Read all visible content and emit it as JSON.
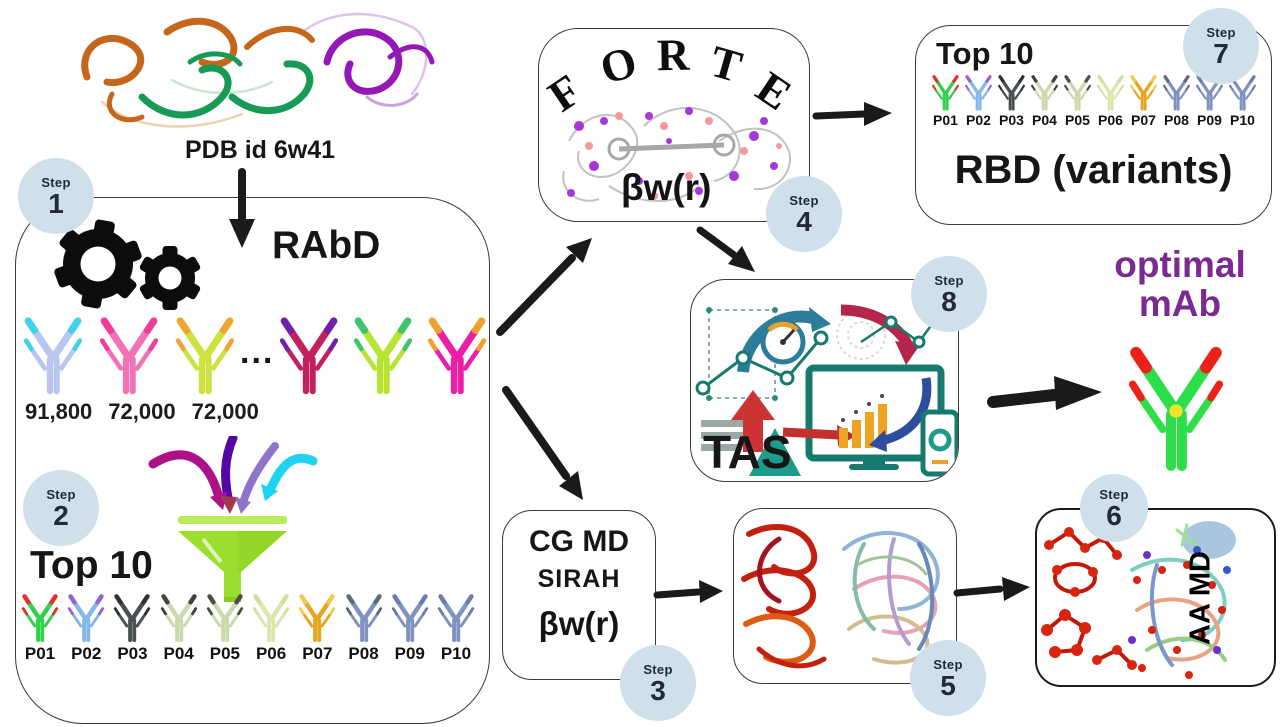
{
  "pdb": {
    "label": "PDB id 6w41"
  },
  "steps": [
    {
      "word": "Step",
      "num": "1"
    },
    {
      "word": "Step",
      "num": "2"
    },
    {
      "word": "Step",
      "num": "3"
    },
    {
      "word": "Step",
      "num": "4"
    },
    {
      "word": "Step",
      "num": "5"
    },
    {
      "word": "Step",
      "num": "6"
    },
    {
      "word": "Step",
      "num": "7"
    },
    {
      "word": "Step",
      "num": "8"
    }
  ],
  "rabd": {
    "title": "RAbD",
    "ellipsis": "...",
    "counts": [
      "91,800",
      "72,000",
      "72,000"
    ],
    "top10_label": "Top 10",
    "generation": [
      {
        "body": "#b9c6f0",
        "tip": "#3fd2ea"
      },
      {
        "body": "#f272b6",
        "tip": "#ef3d9a"
      },
      {
        "body": "#cde23f",
        "tip": "#f0a52e"
      },
      {
        "body": "#c2205f",
        "tip": "#7021a8"
      },
      {
        "body": "#b7e433",
        "tip": "#3ec46a"
      },
      {
        "body": "#ea1fa6",
        "tip": "#f0a02c"
      }
    ],
    "candidates": [
      {
        "label": "P01",
        "body": "#2fd04a",
        "tip": "#e03226"
      },
      {
        "label": "P02",
        "body": "#85b8ea",
        "tip": "#9265d6"
      },
      {
        "label": "P03",
        "body": "#4a4f52",
        "tip": "#2e3234"
      },
      {
        "label": "P04",
        "body": "#ccd9ad",
        "tip": "#3f443f"
      },
      {
        "label": "P05",
        "body": "#ccd9ad",
        "tip": "#4a4f45"
      },
      {
        "label": "P06",
        "body": "#dbe6ae",
        "tip": "#cfe09a"
      },
      {
        "label": "P07",
        "body": "#e7a41f",
        "tip": "#edcb4e"
      },
      {
        "label": "P08",
        "body": "#8092c0",
        "tip": "#5f6a74"
      },
      {
        "label": "P09",
        "body": "#8092c0",
        "tip": "#6b7cab"
      },
      {
        "label": "P10",
        "body": "#8092c0",
        "tip": "#6b7cab"
      }
    ]
  },
  "forte": {
    "letters": [
      "F",
      "O",
      "R",
      "T",
      "E"
    ],
    "formula": "βw(r)"
  },
  "rbd_box": {
    "top10_label": "Top 10",
    "title": "RBD (variants)",
    "candidates": [
      {
        "label": "P01",
        "body": "#2fd04a",
        "tip": "#e03226"
      },
      {
        "label": "P02",
        "body": "#85b8ea",
        "tip": "#9265d6"
      },
      {
        "label": "P03",
        "body": "#4a4f52",
        "tip": "#2e3234"
      },
      {
        "label": "P04",
        "body": "#ccd9ad",
        "tip": "#3f443f"
      },
      {
        "label": "P05",
        "body": "#ccd9ad",
        "tip": "#4a4f45"
      },
      {
        "label": "P06",
        "body": "#dbe6ae",
        "tip": "#cfe09a"
      },
      {
        "label": "P07",
        "body": "#e7a41f",
        "tip": "#edcb4e"
      },
      {
        "label": "P08",
        "body": "#8092c0",
        "tip": "#5f6a74"
      },
      {
        "label": "P09",
        "body": "#8092c0",
        "tip": "#6b7cab"
      },
      {
        "label": "P10",
        "body": "#8092c0",
        "tip": "#6b7cab"
      }
    ]
  },
  "tas": {
    "title": "TAS"
  },
  "cgmd": {
    "line1": "CG MD",
    "line2": "SIRAH",
    "formula": "βw(r)"
  },
  "aamd": {
    "label": "AA MD"
  },
  "optimal": {
    "line1": "optimal",
    "line2": "mAb",
    "antibody": {
      "body": "#2ede48",
      "tip": "#ea2218",
      "hinge": "#f0e22a"
    }
  },
  "colors": {
    "badge_bg": "#cfe0ea",
    "box_border": "#3b3b3b",
    "arrow_black": "#1a1a1a",
    "optimal_purple": "#7b2a92",
    "funnel_green": "#9bdf2e",
    "pdb_orange": "#c4671c",
    "pdb_green": "#169a56",
    "pdb_purple": "#9418b6"
  }
}
